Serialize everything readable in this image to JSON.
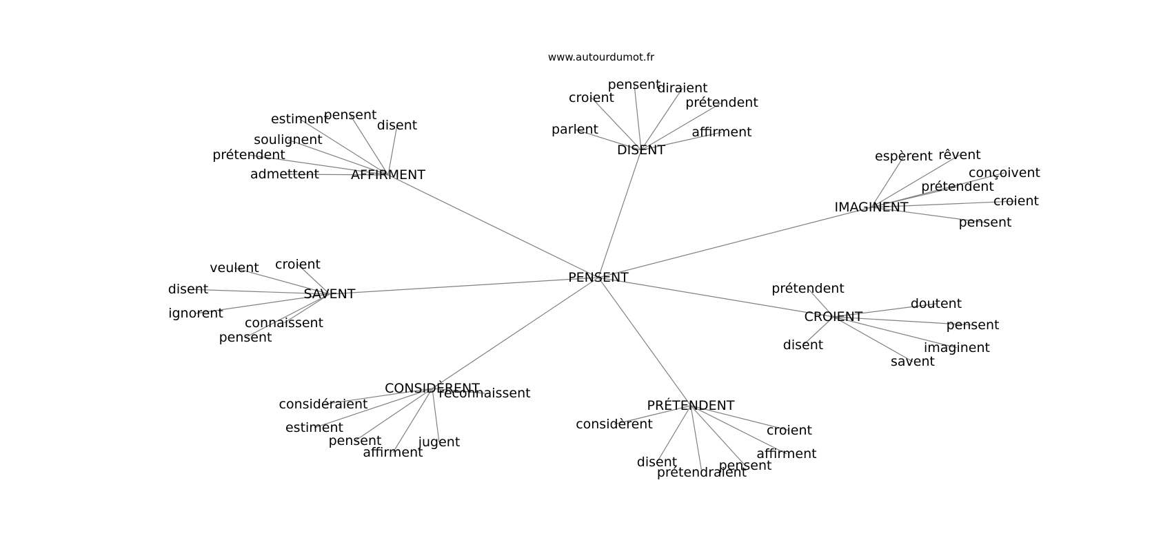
{
  "source": "www.autourdumot.fr",
  "center": "PENSENT",
  "hubs": [
    {
      "label": "DISENT",
      "leaves": [
        "croient",
        "pensent",
        "diraient",
        "prétendent",
        "parlent",
        "affirment"
      ]
    },
    {
      "label": "AFFIRMENT",
      "leaves": [
        "estiment",
        "pensent",
        "disent",
        "soulignent",
        "prétendent",
        "admettent"
      ]
    },
    {
      "label": "IMAGINENT",
      "leaves": [
        "espèrent",
        "rêvent",
        "conçoivent",
        "prétendent",
        "croient",
        "pensent"
      ]
    },
    {
      "label": "SAVENT",
      "leaves": [
        "veulent",
        "croient",
        "disent",
        "ignorent",
        "connaissent",
        "pensent"
      ]
    },
    {
      "label": "CROIENT",
      "leaves": [
        "prétendent",
        "doutent",
        "pensent",
        "disent",
        "imaginent",
        "savent"
      ]
    },
    {
      "label": "CONSIDÈRENT",
      "leaves": [
        "reconnaissent",
        "considéraient",
        "estiment",
        "pensent",
        "affirment",
        "jugent"
      ]
    },
    {
      "label": "PRÉTENDENT",
      "leaves": [
        "considèrent",
        "croient",
        "affirment",
        "disent",
        "prétendraient",
        "pensent"
      ]
    }
  ]
}
